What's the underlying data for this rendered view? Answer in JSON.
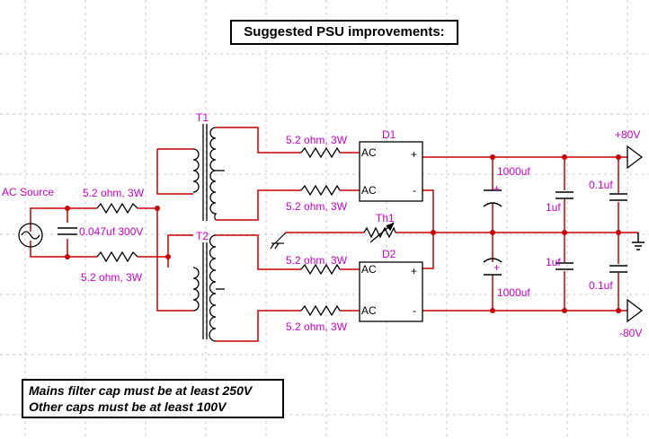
{
  "title": "Suggested PSU improvements:",
  "notes": [
    "Mains filter cap must be at least 250V",
    "Other caps must be at least 100V"
  ],
  "labels": {
    "ac_source": "AC Source",
    "r_in_top": "5.2 ohm, 3W",
    "r_in_bot": "5.2 ohm, 3W",
    "c_filter": "0.047uf 300V",
    "t1": "T1",
    "t2": "T2",
    "r_t1_top": "5.2 ohm, 3W",
    "r_t1_bot": "5.2 ohm, 3W",
    "r_t2_top": "5.2 ohm, 3W",
    "r_t2_bot": "5.2 ohm, 3W",
    "d1": "D1",
    "d2": "D2",
    "d_ac": "AC",
    "d_plus": "+",
    "d_minus": "-",
    "th1": "Th1",
    "c_top_big": "1000uf",
    "c_bot_big": "1000uf",
    "c_top_mid": "1uf",
    "c_bot_mid": "1uf",
    "c_top_small": "0.1uf",
    "c_bot_small": "0.1uf",
    "cap_plus": "+",
    "v_pos": "+80V",
    "v_neg": "-80V"
  },
  "colors": {
    "wire": "#cc0000",
    "component": "#000000",
    "label": "#cc00cc",
    "grid": "#c8c8c8",
    "node": "#cc0000"
  }
}
